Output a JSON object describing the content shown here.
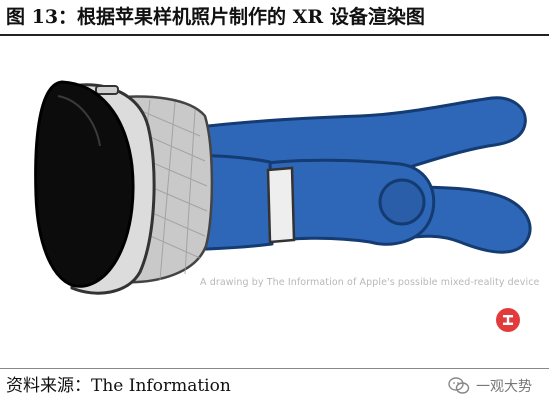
{
  "figure": {
    "title": "图 13：根据苹果样机照片制作的 XR 设备渲染图",
    "caption": "A drawing by The Information of Apple's possible mixed-reality device",
    "source": "资料来源：The Information"
  },
  "watermark": {
    "text": "一观大势"
  },
  "colors": {
    "strap": "#2e67b8",
    "strap_dark": "#1f4a8a",
    "visor": "#0c0c0c",
    "frame": "#d8d8d8",
    "badge": "#e23b3b"
  }
}
